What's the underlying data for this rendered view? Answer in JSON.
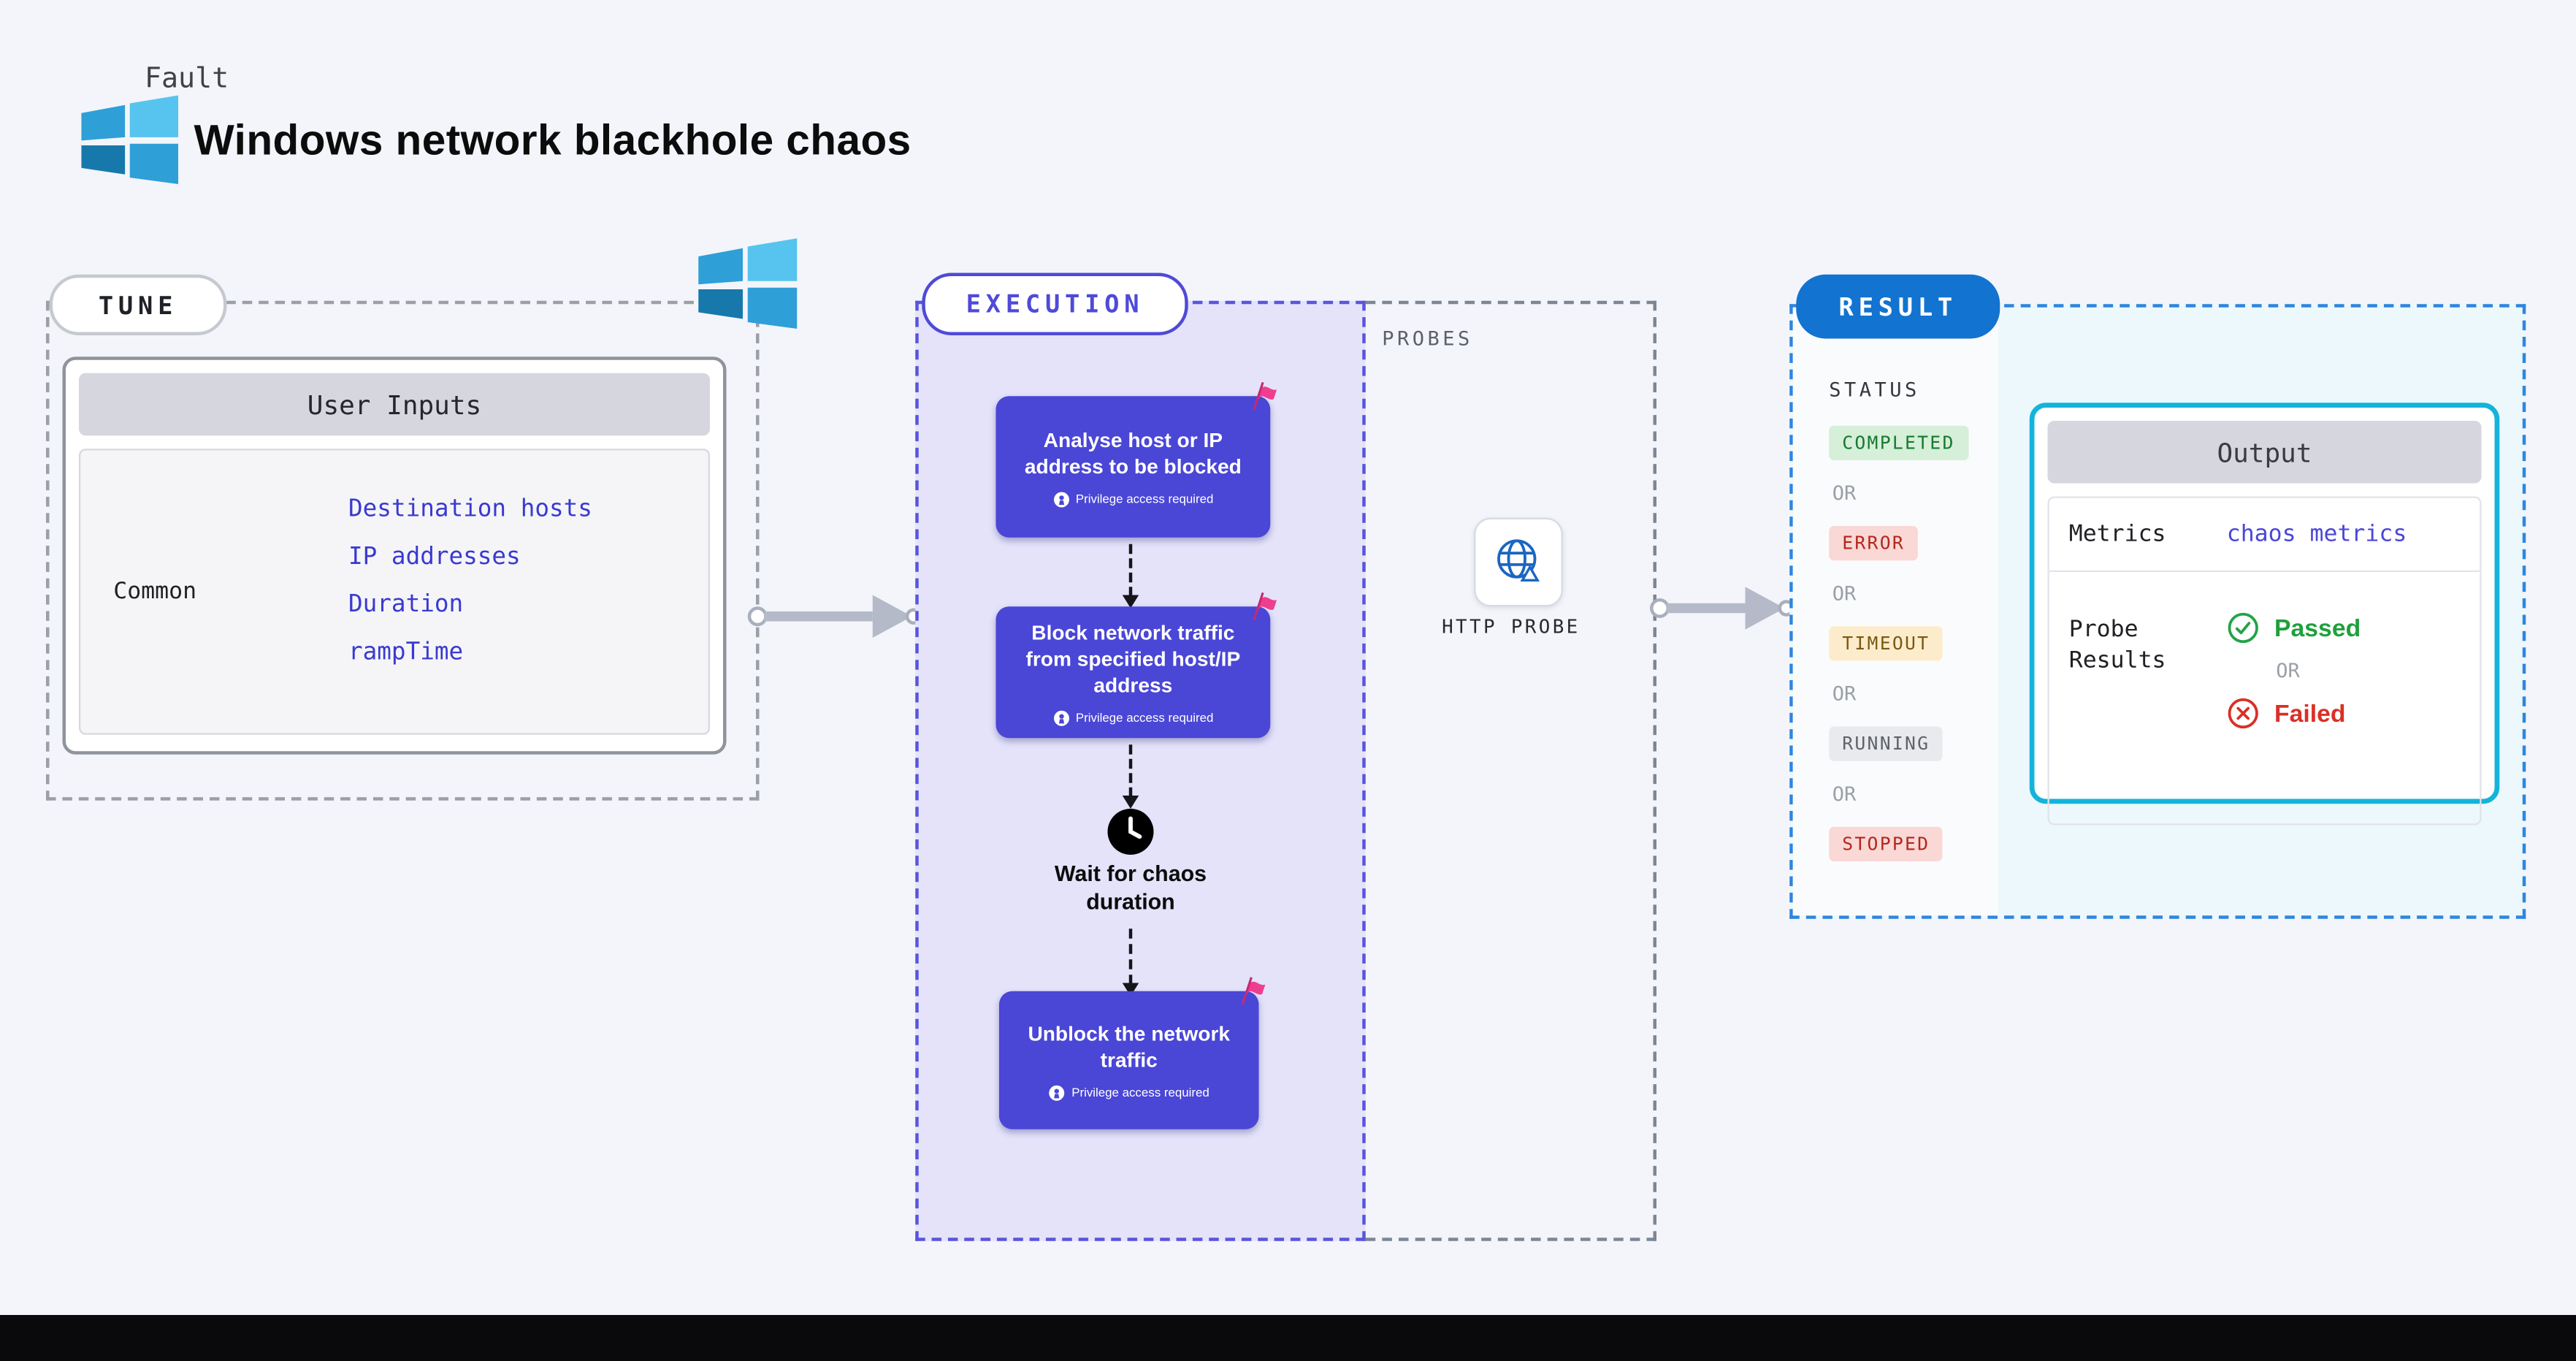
{
  "page": {
    "kind_label": "Fault",
    "title": "Windows network blackhole chaos"
  },
  "tune": {
    "badge": "TUNE",
    "table": {
      "header": "User Inputs",
      "row_label": "Common",
      "links": [
        "Destination hosts",
        "IP addresses",
        "Duration",
        "rampTime"
      ]
    }
  },
  "execution": {
    "badge": "EXECUTION",
    "steps": [
      {
        "label": "Analyse host or IP address to be blocked",
        "note": "Privilege access required"
      },
      {
        "label": "Block network traffic from specified host/IP address",
        "note": "Privilege access required"
      },
      {
        "label": "Unblock the network traffic",
        "note": "Privilege access required"
      }
    ],
    "wait_label": "Wait for chaos duration"
  },
  "probes": {
    "label": "PROBES",
    "probe_name": "HTTP PROBE"
  },
  "result": {
    "badge": "RESULT",
    "status_label": "STATUS",
    "or_label": "OR",
    "statuses": [
      {
        "label": "COMPLETED"
      },
      {
        "label": "ERROR"
      },
      {
        "label": "TIMEOUT"
      },
      {
        "label": "RUNNING"
      },
      {
        "label": "STOPPED"
      }
    ],
    "output": {
      "header": "Output",
      "metrics_label": "Metrics",
      "metrics_value": "chaos metrics",
      "probe_results_label": "Probe Results",
      "passed_label": "Passed",
      "failed_label": "Failed"
    }
  },
  "colors": {
    "accent_indigo": "#4a46d6",
    "execution_bg": "#e4e3fa",
    "result_blue": "#1273d0",
    "result_border": "#2e86de",
    "output_border": "#14b4da",
    "link_blue": "#3a3ad0",
    "success_green": "#1fa03c",
    "error_red": "#d93025",
    "status_completed_bg": "#d5efd9",
    "status_error_bg": "#f9d8d5",
    "status_timeout_bg": "#fdeccc",
    "status_running_bg": "#e9eaee",
    "flag_pink": "#ef3e8f",
    "windows_blue": "#2f9fd8"
  }
}
